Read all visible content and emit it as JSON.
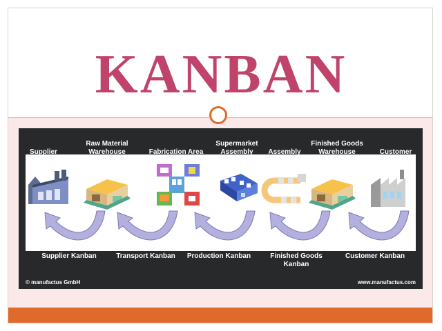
{
  "title": "KANBAN",
  "colors": {
    "title": "#c0436a",
    "accent": "#e06a2c",
    "diagram_bg": "#27292b",
    "arrow_fill": "#b3b0de",
    "band": "#fbe9ea"
  },
  "stages": [
    {
      "label": "Supplier",
      "icon": "supplier-factory-icon"
    },
    {
      "label": "Raw Material\nWarehouse",
      "icon": "raw-material-warehouse-icon"
    },
    {
      "label": "Fabrication Area",
      "icon": "fabrication-area-icon"
    },
    {
      "label": "Supermarket\nAssembly",
      "icon": "supermarket-assembly-icon"
    },
    {
      "label": "Assembly",
      "icon": "assembly-line-icon"
    },
    {
      "label": "Finished Goods\nWarehouse",
      "icon": "finished-goods-warehouse-icon"
    },
    {
      "label": "Customer",
      "icon": "customer-factory-icon"
    }
  ],
  "kanbans": [
    {
      "label": "Supplier Kanban"
    },
    {
      "label": "Transport Kanban"
    },
    {
      "label": "Production Kanban"
    },
    {
      "label": "Finished Goods\nKanban"
    },
    {
      "label": "Customer Kanban"
    }
  ],
  "footer": {
    "copyright": "© manufactus GmbH",
    "website": "www.manufactus.com"
  }
}
